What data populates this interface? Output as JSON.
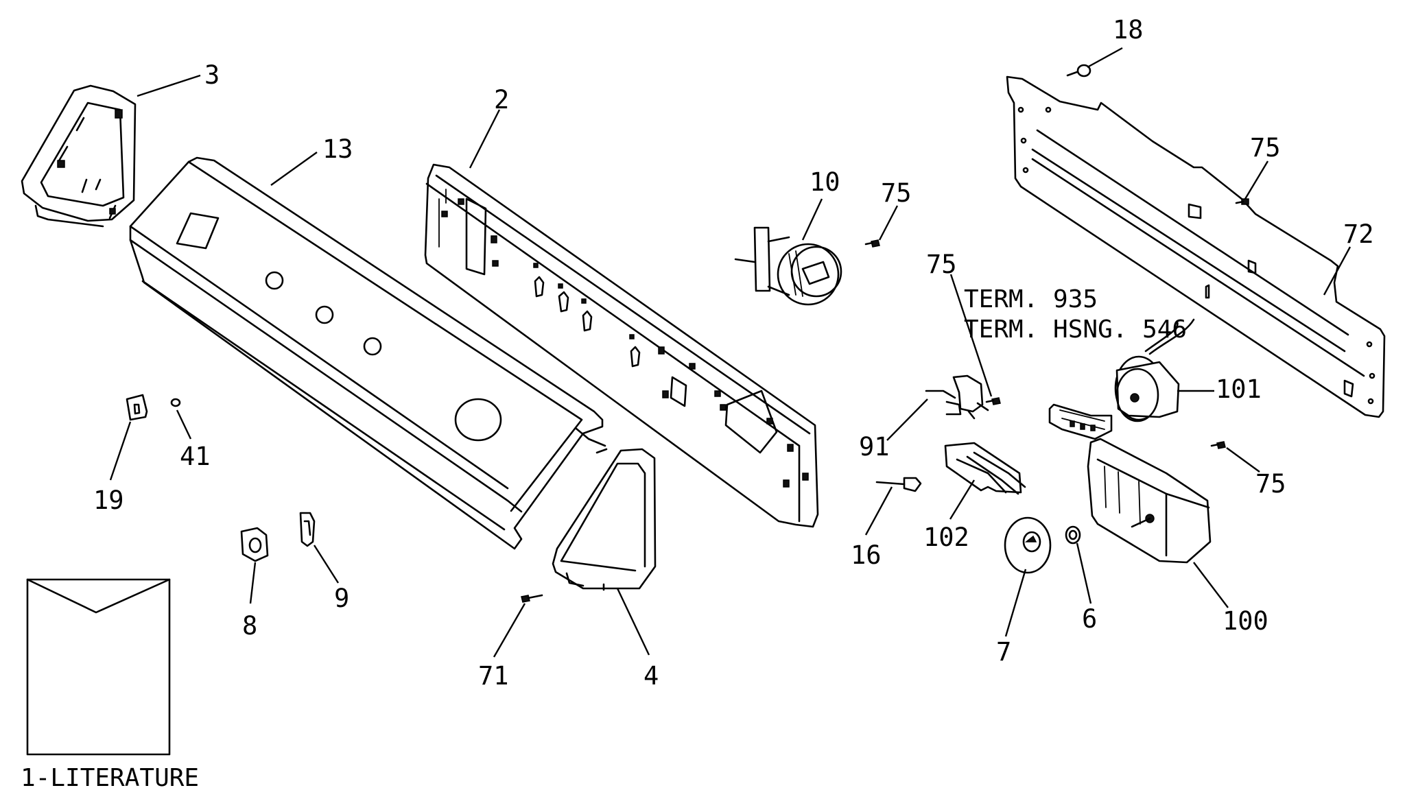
{
  "labels": {
    "p3": "3",
    "p2": "2",
    "p13": "13",
    "p10": "10",
    "p75a": "75",
    "p18": "18",
    "p75b": "75",
    "p72": "72",
    "p75c": "75",
    "term935": "TERM. 935",
    "termhsng": "TERM. HSNG. 546",
    "p101": "101",
    "p91": "91",
    "p19": "19",
    "p41": "41",
    "p75d": "75",
    "p16": "16",
    "p102": "102",
    "p8": "8",
    "p9": "9",
    "p71": "71",
    "p4": "4",
    "p7": "7",
    "p6": "6",
    "p100": "100",
    "literature": "1-LITERATURE"
  }
}
